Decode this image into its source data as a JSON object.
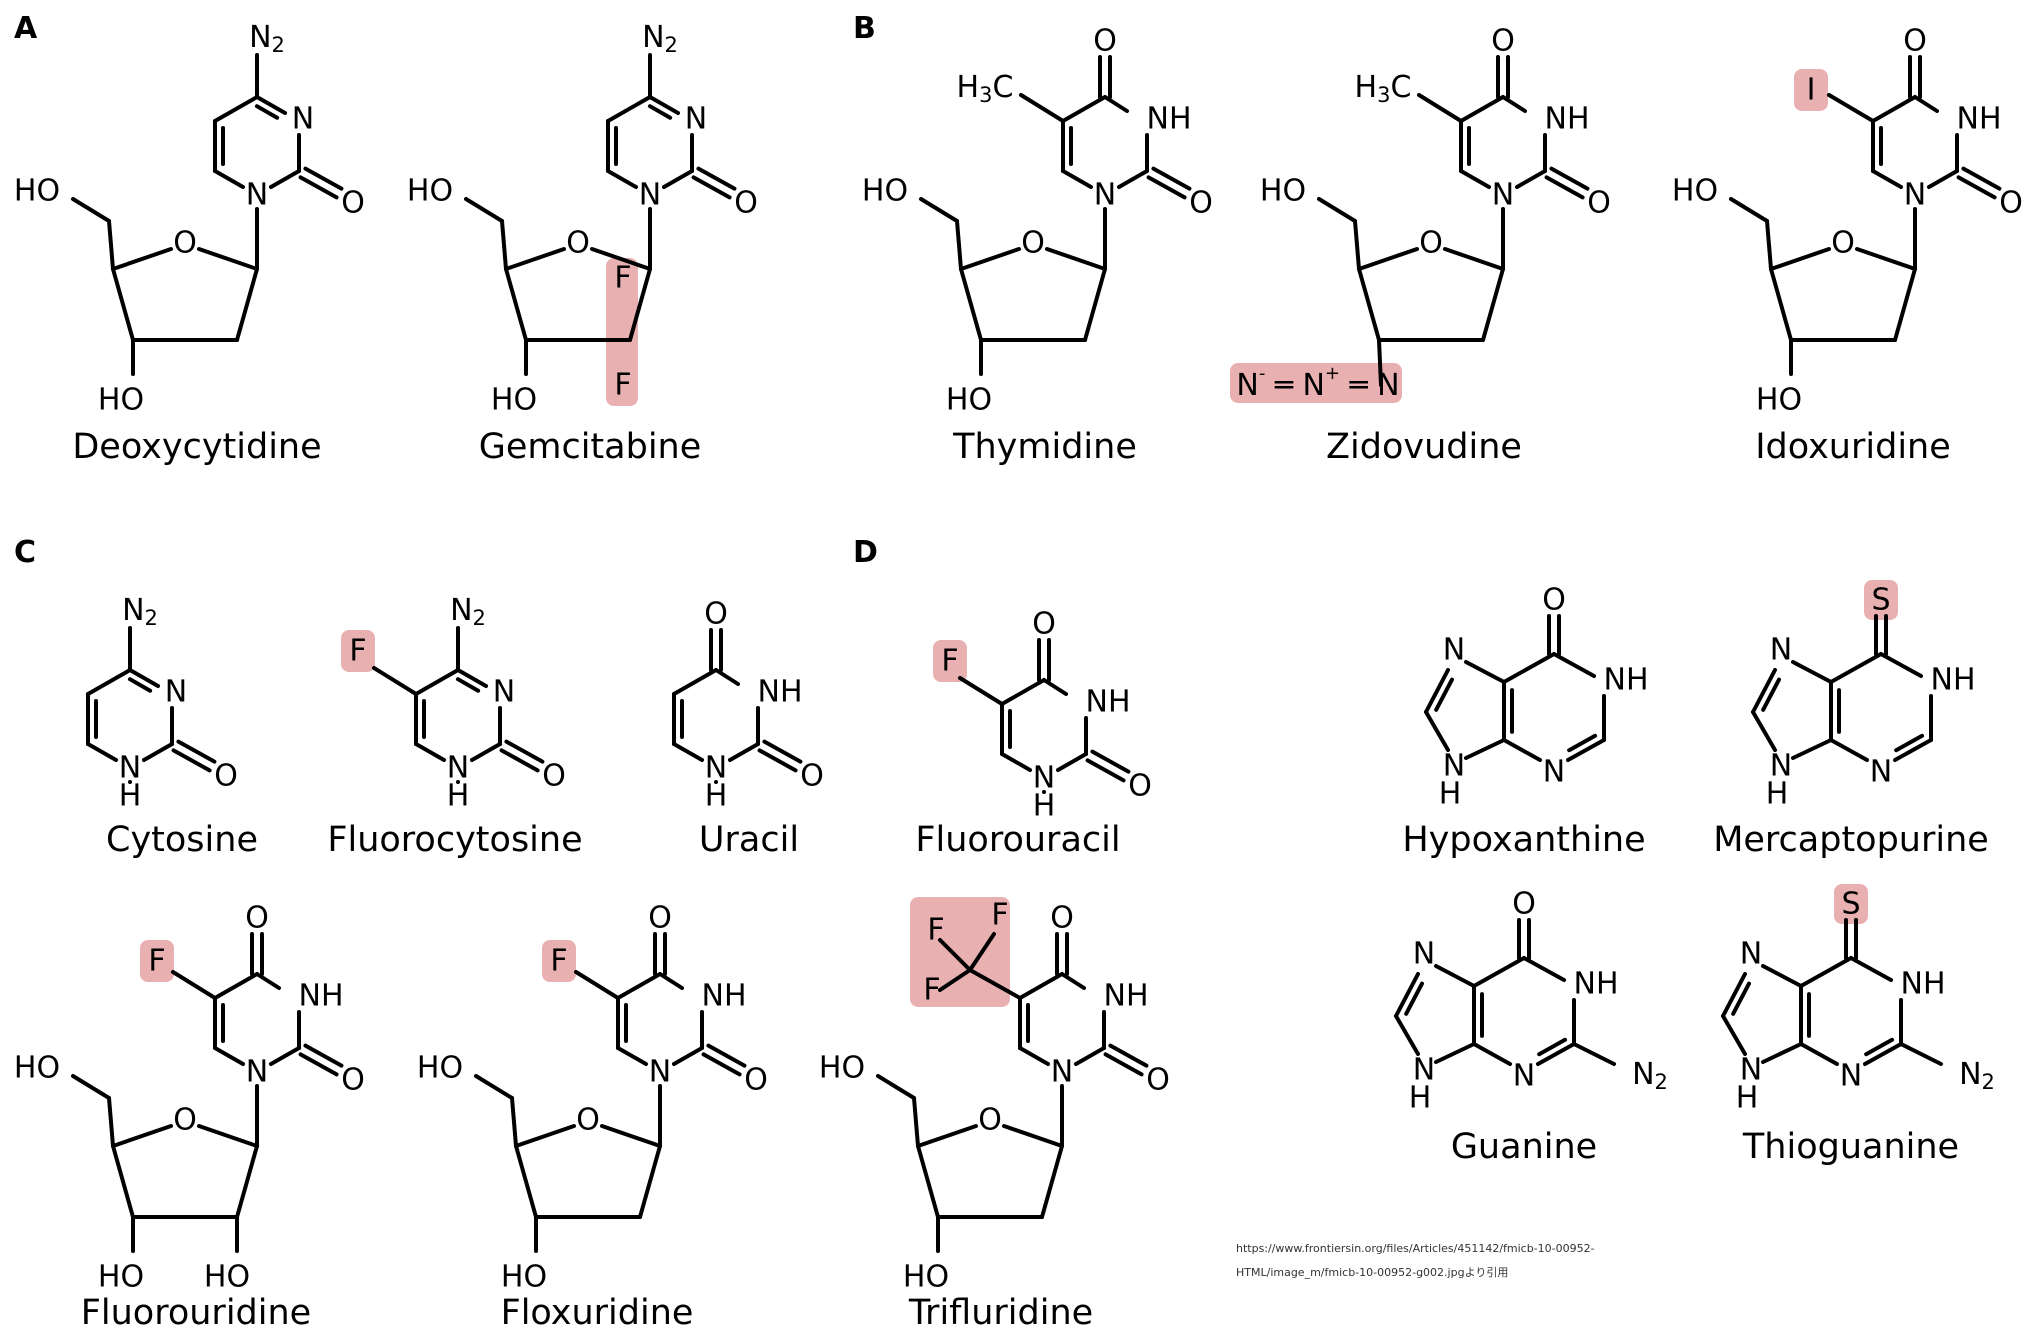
{
  "panels": {
    "a": "A",
    "b": "B",
    "c": "C",
    "d": "D"
  },
  "names": {
    "deoxycytidine": "Deoxycytidine",
    "gemcitabine": "Gemcitabine",
    "thymidine": "Thymidine",
    "zidovudine": "Zidovudine",
    "idoxuridine": "Idoxuridine",
    "cytosine": "Cytosine",
    "fluorocytosine": "Fluorocytosine",
    "uracil": "Uracil",
    "fluorouracil": "Fluorouracil",
    "hypoxanthine": "Hypoxanthine",
    "mercaptopurine": "Mercaptopurine",
    "fluorouridine": "Fluorouridine",
    "floxuridine": "Floxuridine",
    "trifluridine": "Trifluridine",
    "guanine": "Guanine",
    "thioguanine": "Thioguanine"
  },
  "atoms": {
    "N": "N",
    "O": "O",
    "H": "H",
    "NH": "NH",
    "HO": "HO",
    "F": "F",
    "I": "I",
    "S": "S",
    "C": "C",
    "two": "2",
    "three": "3",
    "minus": "-",
    "plus": "+"
  },
  "source_note": {
    "line1": "https://www.frontiersin.org/files/Articles/451142/fmicb-10-00952-",
    "line2": "HTML/image_m/fmicb-10-00952-g002.jpgより引用"
  },
  "highlight_color": "#e8b0b0"
}
